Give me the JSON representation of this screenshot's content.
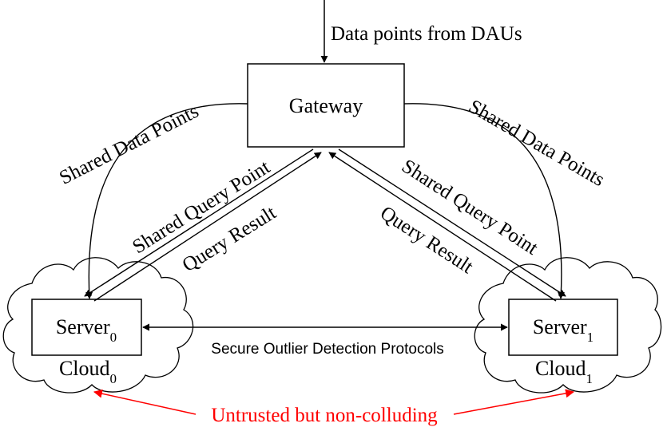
{
  "top_input_label": "Data points from DAUs",
  "gateway_label": "Gateway",
  "server0": {
    "name": "Server",
    "sub": "0"
  },
  "server1": {
    "name": "Server",
    "sub": "1"
  },
  "cloud0": {
    "name": "Cloud",
    "sub": "0"
  },
  "cloud1": {
    "name": "Cloud",
    "sub": "1"
  },
  "left_shared_data_points": "Shared Data Points",
  "right_shared_data_points": "Shared Data Points",
  "left_shared_query_point": "Shared Query Point",
  "left_query_result": "Query Result",
  "right_shared_query_point": "Shared Query Point",
  "right_query_result": "Query Result",
  "protocol_label": "Secure Outlier Detection Protocols",
  "trust_label": "Untrusted but non-colluding",
  "colors": {
    "trust_arrow": "#ff0000",
    "line": "#000000"
  }
}
